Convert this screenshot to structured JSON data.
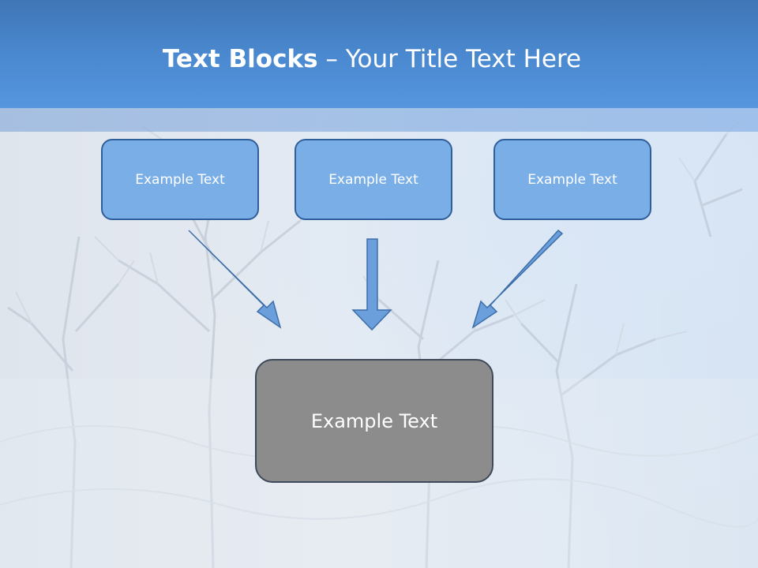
{
  "slide": {
    "title_bold": "Text Blocks",
    "title_dash": " – ",
    "title_regular": "Your Title Text Here"
  },
  "boxes": [
    {
      "label": "Example Text"
    },
    {
      "label": "Example Text"
    },
    {
      "label": "Example Text"
    }
  ],
  "target": {
    "label": "Example Text"
  },
  "colors": {
    "header": "#4a88cf",
    "box_fill": "#7aaee6",
    "box_border": "#2f5f9a",
    "target_fill": "#8c8c8c",
    "arrow_fill": "#6a9fdc"
  }
}
